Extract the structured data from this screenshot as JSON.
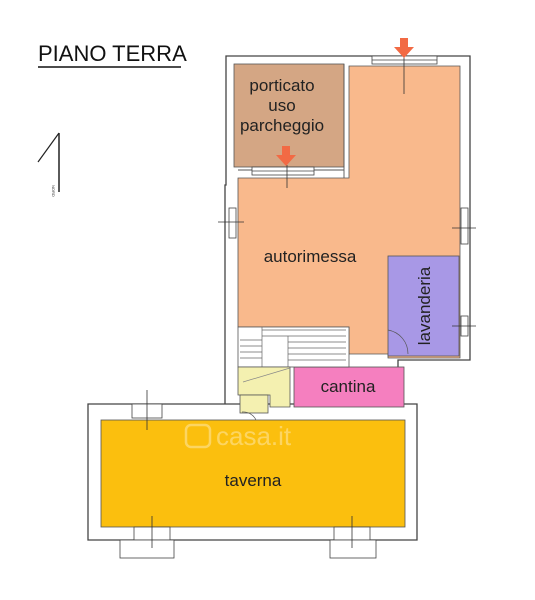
{
  "title": "PIANO TERRA",
  "north_label": "NORD",
  "watermark": "casa.it",
  "rooms": {
    "porticato_line1": "porticato",
    "porticato_line2": "uso",
    "porticato_line3": "parcheggio",
    "autorimessa": "autorimessa",
    "lavanderia": "lavanderia",
    "cantina": "cantina",
    "taverna": "taverna"
  },
  "colors": {
    "porticato": "#d4a684",
    "autorimessa": "#f9b98c",
    "lavanderia": "#a898e6",
    "cantina": "#f57fbf",
    "taverna": "#fbbf0e",
    "stair_landing": "#f4f0b0",
    "entrance_arrow": "#f26a44",
    "wall": "#ffffff",
    "outline": "#333333"
  }
}
